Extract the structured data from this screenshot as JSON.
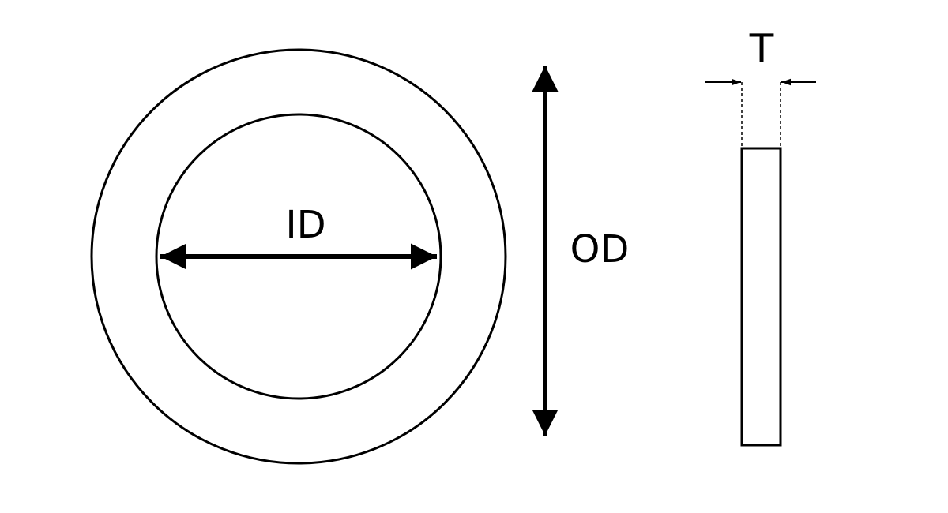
{
  "diagram": {
    "labels": {
      "inner_diameter": "ID",
      "outer_diameter": "OD",
      "thickness": "T"
    },
    "colors": {
      "stroke": "#000000",
      "background": "#ffffff"
    }
  }
}
